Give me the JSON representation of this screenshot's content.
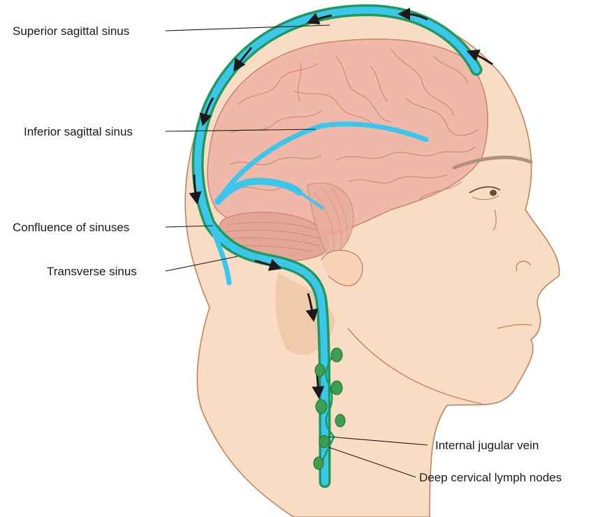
{
  "labels": {
    "superior_sagittal_sinus": "Superior sagittal sinus",
    "inferior_sagittal_sinus": "Inferior sagittal sinus",
    "confluence_of_sinuses": "Confluence of sinuses",
    "transverse_sinus": "Transverse sinus",
    "internal_jugular_vein": "Internal jugular vein",
    "deep_cervical_lymph_nodes": "Deep cervical lymph nodes"
  },
  "colors": {
    "skin": "#f8dcc4",
    "skin_shadow": "#efc6a8",
    "skin_outline": "#c8805a",
    "brain": "#f0b8a8",
    "brain_outline": "#c88070",
    "cerebellum": "#e3a797",
    "sinus_blue": "#3cc6ec",
    "vessel_green": "#1f9a5c",
    "lymph_node": "#3e9e4e",
    "flow_arrow": "#1a1a1a",
    "eyebrow": "#b09080",
    "leader_line": "#1a1a1a"
  }
}
